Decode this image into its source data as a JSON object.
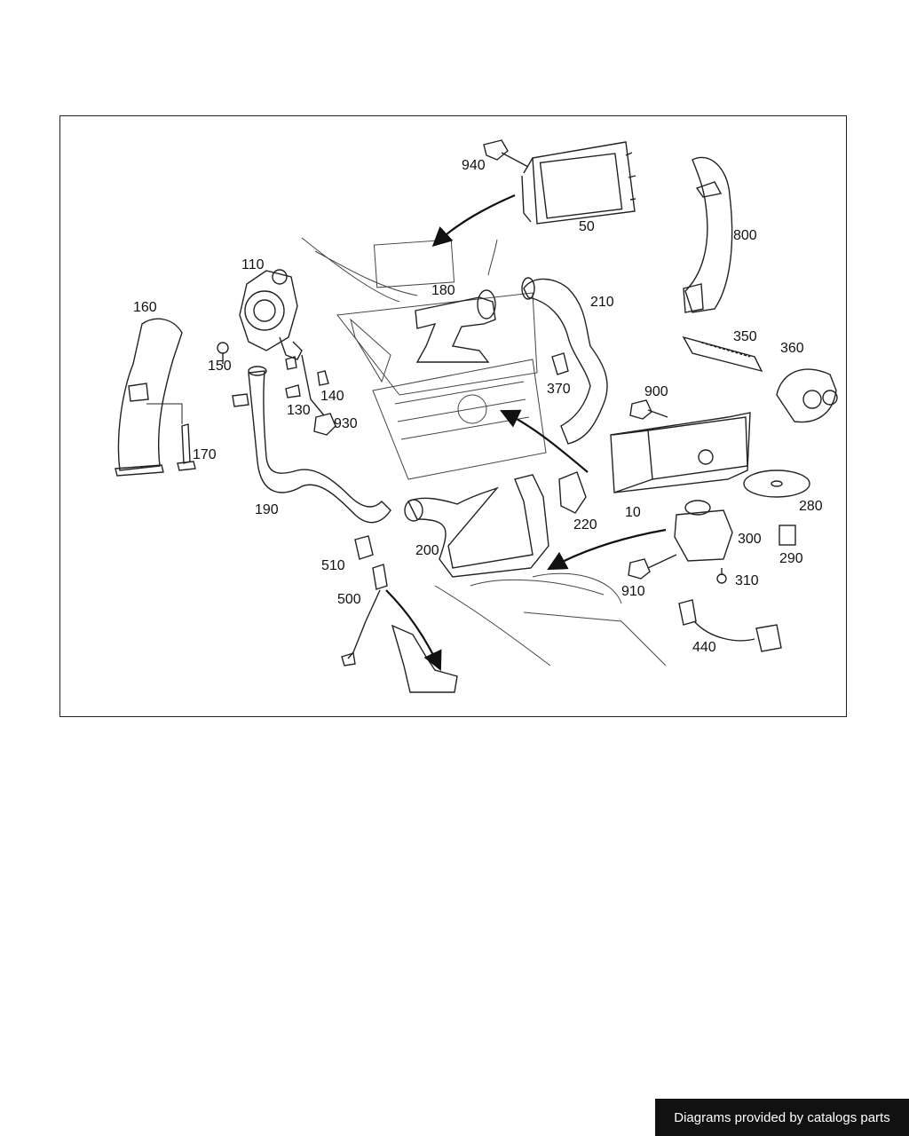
{
  "diagram": {
    "parts": [
      {
        "id": "940",
        "label": "940"
      },
      {
        "id": "50",
        "label": "50"
      },
      {
        "id": "800",
        "label": "800"
      },
      {
        "id": "110",
        "label": "110"
      },
      {
        "id": "160",
        "label": "160"
      },
      {
        "id": "180",
        "label": "180"
      },
      {
        "id": "210",
        "label": "210"
      },
      {
        "id": "350",
        "label": "350"
      },
      {
        "id": "360",
        "label": "360"
      },
      {
        "id": "150",
        "label": "150"
      },
      {
        "id": "140",
        "label": "140"
      },
      {
        "id": "130",
        "label": "130"
      },
      {
        "id": "930",
        "label": "930"
      },
      {
        "id": "370",
        "label": "370"
      },
      {
        "id": "900",
        "label": "900"
      },
      {
        "id": "170",
        "label": "170"
      },
      {
        "id": "190",
        "label": "190"
      },
      {
        "id": "10",
        "label": "10"
      },
      {
        "id": "280",
        "label": "280"
      },
      {
        "id": "220",
        "label": "220"
      },
      {
        "id": "300",
        "label": "300"
      },
      {
        "id": "290",
        "label": "290"
      },
      {
        "id": "200",
        "label": "200"
      },
      {
        "id": "510",
        "label": "510"
      },
      {
        "id": "310",
        "label": "310"
      },
      {
        "id": "910",
        "label": "910"
      },
      {
        "id": "500",
        "label": "500"
      },
      {
        "id": "440",
        "label": "440"
      }
    ]
  },
  "footer": {
    "text": "Diagrams provided by catalogs parts"
  }
}
